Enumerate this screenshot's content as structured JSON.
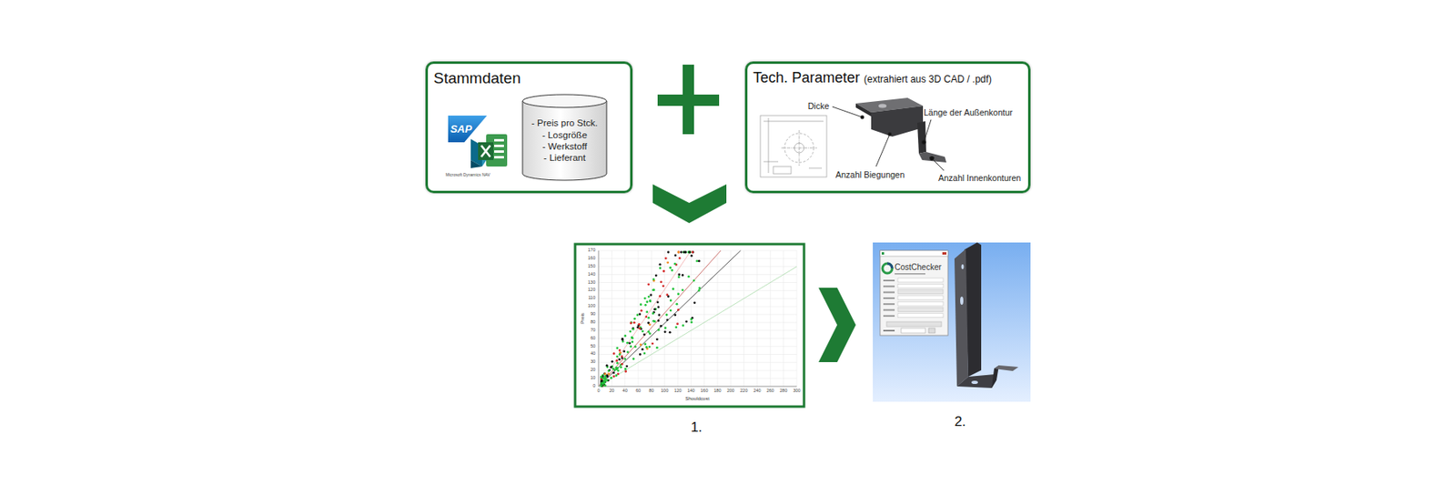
{
  "diagram": {
    "nodes": [
      {
        "text": [
          "Stammdaten"
        ]
      },
      {
        "text": [
          "- Preis pro Stck.",
          "- Losgröße",
          "- Werkstoff",
          "- Lieferant"
        ],
        "in": 0
      },
      {
        "text": [
          "Tech. Parameter",
          "(extrahiert aus 3D CAD / .pdf)"
        ]
      }
    ],
    "labels": [
      "SAP",
      "Microsoft Dynamics NAV",
      "Dicke",
      "Länge der Außenkontur",
      "Anzahl Biegungen",
      "Anzahl Innenkonturen",
      "Preis",
      "Shouldcost",
      "0",
      "10",
      "20",
      "30",
      "40",
      "50",
      "60",
      "70",
      "80",
      "90",
      "100",
      "110",
      "120",
      "130",
      "140",
      "150",
      "160",
      "170",
      "0",
      "20",
      "40",
      "60",
      "80",
      "100",
      "120",
      "140",
      "160",
      "180",
      "200",
      "220",
      "240",
      "260",
      "280",
      "300",
      "CostChecker",
      "1.",
      "2."
    ]
  }
}
